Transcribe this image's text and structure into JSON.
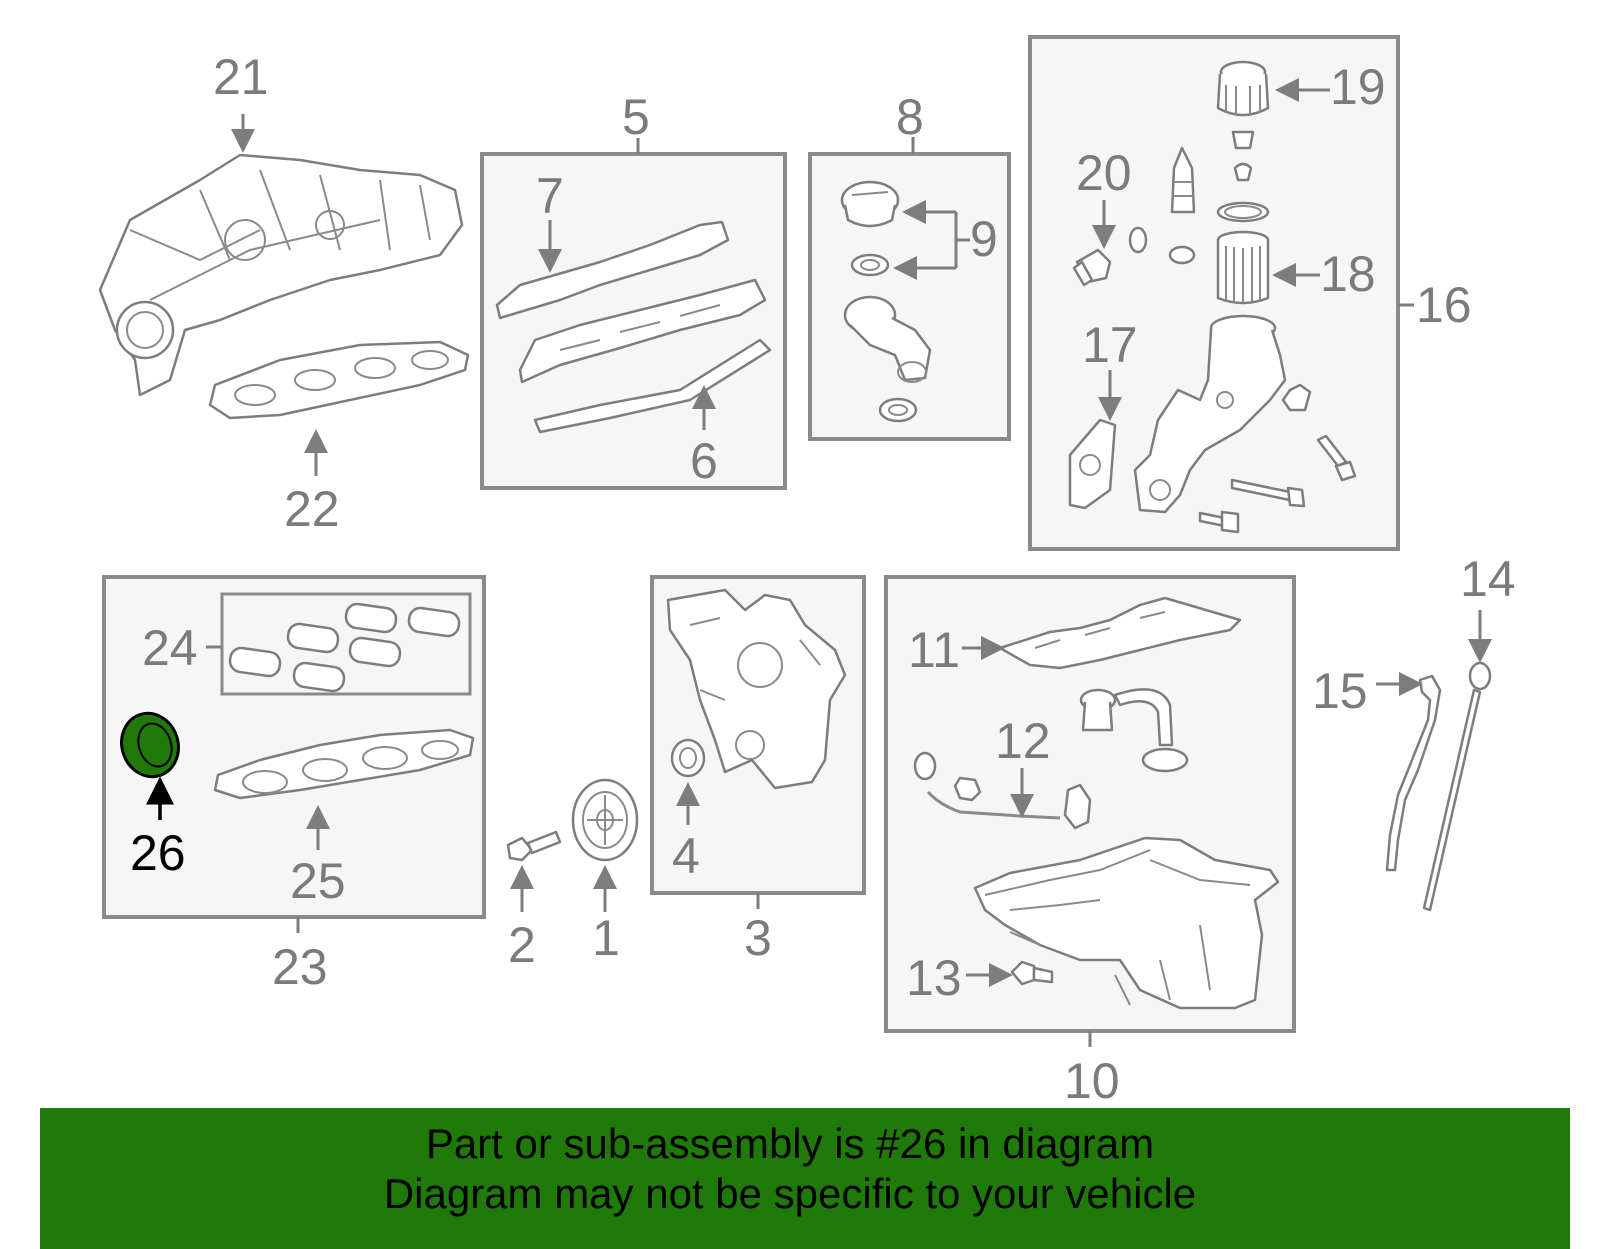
{
  "callouts": {
    "c1": "1",
    "c2": "2",
    "c3": "3",
    "c4": "4",
    "c5": "5",
    "c6": "6",
    "c7": "7",
    "c8": "8",
    "c9": "9",
    "c10": "10",
    "c11": "11",
    "c12": "12",
    "c13": "13",
    "c14": "14",
    "c15": "15",
    "c16": "16",
    "c17": "17",
    "c18": "18",
    "c19": "19",
    "c20": "20",
    "c21": "21",
    "c22": "22",
    "c23": "23",
    "c24": "24",
    "c25": "25",
    "c26": "26"
  },
  "highlight": {
    "part": "26",
    "color": "#1f7a0a"
  },
  "banner": {
    "line1": "Part or sub-assembly is #26 in diagram",
    "line2": "Diagram may not be specific to your vehicle",
    "background": "#1f7a0a"
  }
}
